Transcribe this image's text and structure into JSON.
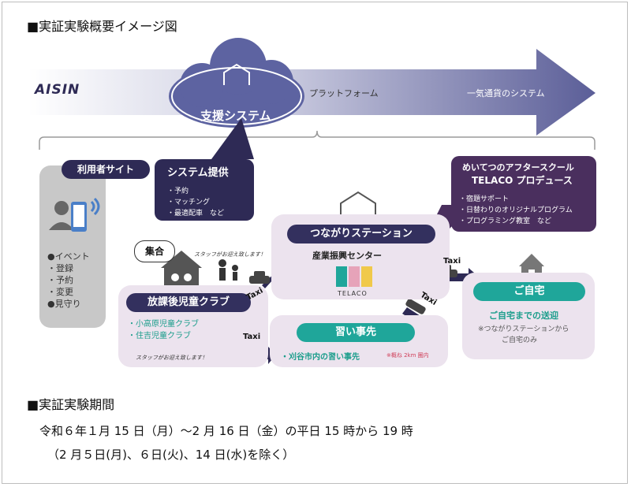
{
  "page_title": "■実証実験概要イメージ図",
  "aisin_logo": "AISIN",
  "cloud": {
    "label": "支援システム"
  },
  "arrow_labels": {
    "platform": "プラットフォーム",
    "currency": "一気通貨のシステム"
  },
  "user_site": {
    "label": "利用者サイト",
    "features": [
      "●イベント",
      "・登録",
      "・予約",
      "・変更",
      "●見守り"
    ]
  },
  "system_provide": {
    "label": "システム提供",
    "items": [
      "・予約",
      "・マッチング",
      "・最適配車　など"
    ]
  },
  "after_school": {
    "line1": "めいてつのアフタースクール",
    "line2": "TELACO プロデュース",
    "items": [
      "・宿題サポート",
      "・日替わりのオリジナルプログラム",
      "・プログラミング教室　など"
    ]
  },
  "gathering_badge": "集合",
  "staff_note": "スタッフがお迎え致します！",
  "station": {
    "label": "つながりステーション",
    "sub": "産業振興センター",
    "logo": "TELACO"
  },
  "club": {
    "label": "放課後児童クラブ",
    "items": [
      "・小高原児童クラブ",
      "・住吉児童クラブ"
    ]
  },
  "lessons": {
    "label": "習い事先",
    "item": "・刈谷市内の習い事先",
    "note": "※概ね 2km 圏内"
  },
  "home": {
    "label": "ご自宅",
    "sub": "ご自宅までの送迎",
    "note1": "※つながりステーションから",
    "note2": "ご自宅のみ"
  },
  "taxi_label": "Taxi",
  "period": {
    "header": "■実証実験期間",
    "line1": "令和６年１月 15 日（月）～2 月 16 日（金）の平日 15 時から 19 時",
    "line2": "（2 月５日(月)、６日(火)、14 日(水)を除く）"
  },
  "colors": {
    "arrow": "#5b5e98",
    "dark": "#2e2a55",
    "purple": "#4a2f5e",
    "teal": "#1fa69a",
    "lavender": "#ece3ee"
  }
}
